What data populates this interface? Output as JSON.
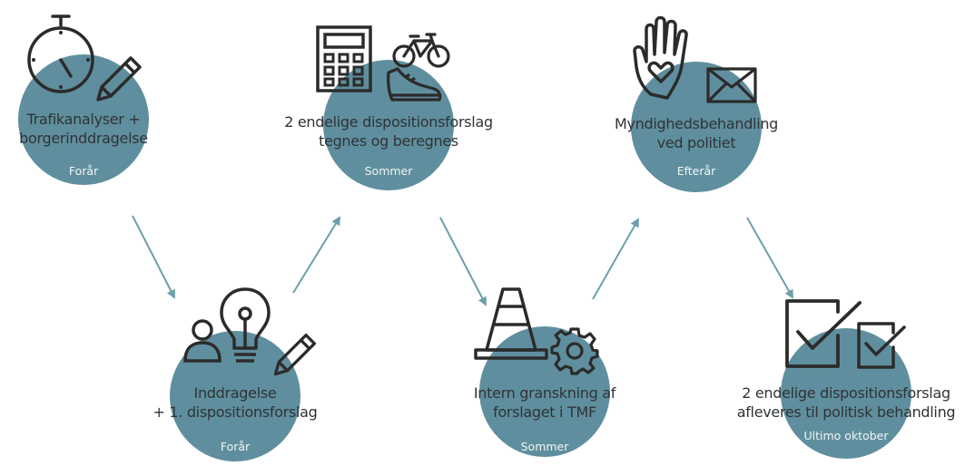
{
  "colors": {
    "circle": "#5f8f9e",
    "arrow": "#6f9eac",
    "icon_stroke": "#2b2b2b",
    "title_text": "#2f3336",
    "season_text": "#f1f5f6"
  },
  "steps": [
    {
      "title_lines": [
        "Trafikanalyser +",
        "borgerinddragelse"
      ],
      "season": "Forår",
      "icons": [
        "stopwatch-icon",
        "pencil-icon"
      ]
    },
    {
      "title_lines": [
        "Inddragelse",
        "+ 1. dispositionsforslag"
      ],
      "season": "Forår",
      "icons": [
        "person-icon",
        "lightbulb-icon",
        "pencil-icon"
      ]
    },
    {
      "title_lines": [
        "2 endelige dispositionsforslag",
        "tegnes og beregnes"
      ],
      "season": "Sommer",
      "icons": [
        "calculator-icon",
        "bicycle-icon",
        "sneaker-icon"
      ]
    },
    {
      "title_lines": [
        "Intern granskning af",
        "forslaget i TMF"
      ],
      "season": "Sommer",
      "icons": [
        "traffic-cone-icon",
        "gear-icon"
      ]
    },
    {
      "title_lines": [
        "Myndighedsbehandling",
        "ved politiet"
      ],
      "season": "Efterår",
      "icons": [
        "hand-heart-icon",
        "envelope-icon"
      ]
    },
    {
      "title_lines": [
        "2 endelige dispositionsforslag",
        "afleveres til politisk behandling"
      ],
      "season": "Ultimo oktober",
      "icons": [
        "checkbox-checked-icon",
        "checkbox-checked-icon"
      ]
    }
  ]
}
